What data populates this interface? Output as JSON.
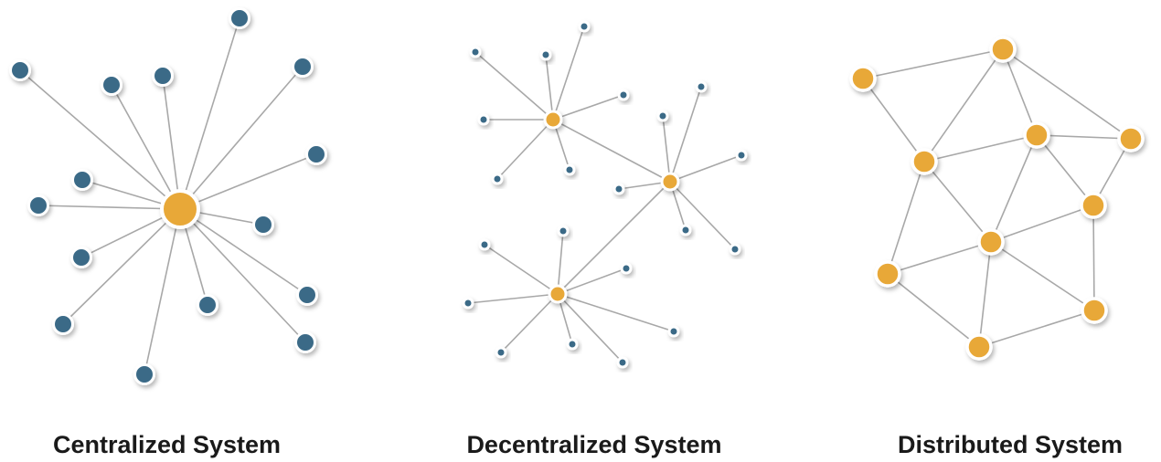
{
  "labels": {
    "centralized": "Centralized System",
    "decentralized": "Decentralized System",
    "distributed": "Distributed System"
  },
  "colors": {
    "hub": "#e8a838",
    "leaf": "#3a6a87",
    "edge": "#a8a8a8",
    "ring": "#ffffff",
    "text": "#1a1a1a"
  }
}
